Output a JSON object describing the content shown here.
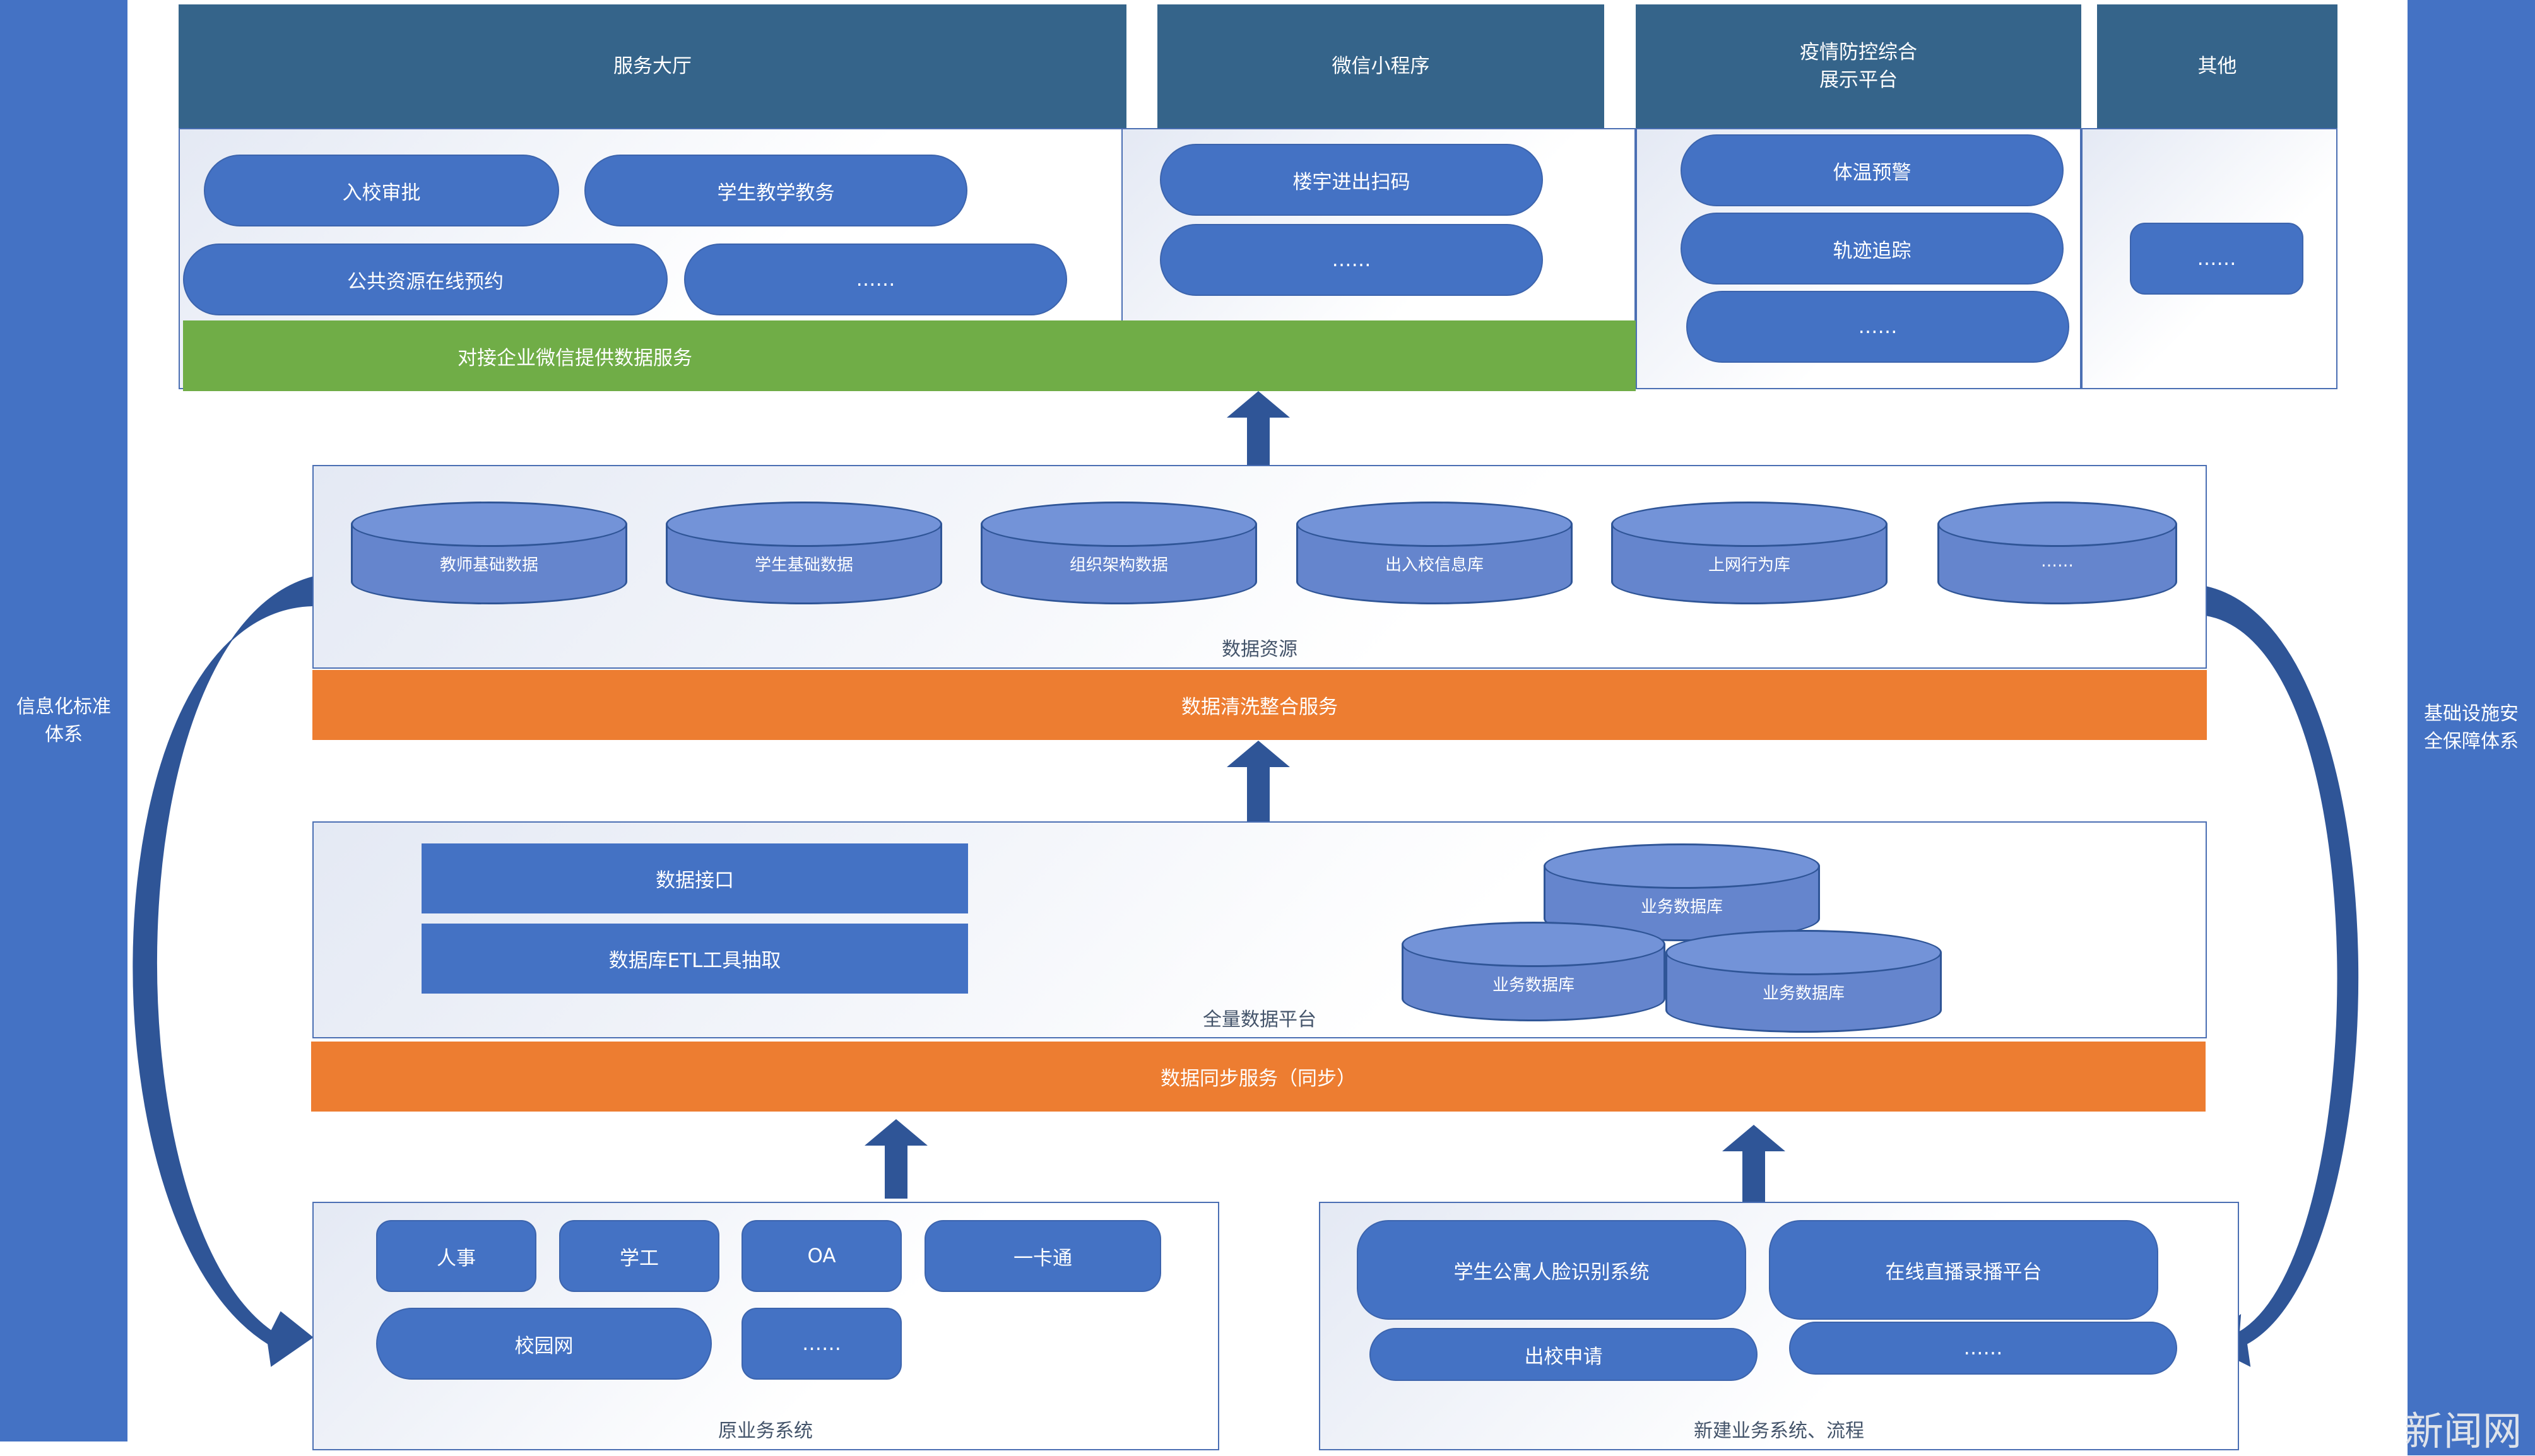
{
  "left_bar": "信息化标准\n体系",
  "right_bar": "基础设施安\n全保障体系",
  "top": {
    "headers": {
      "service_hall": "服务大厅",
      "wechat_mini": "微信小程序",
      "epidemic": "疫情防控综合\n展示平台",
      "other": "其他"
    },
    "service_hall_items": [
      "入校审批",
      "学生教学教务",
      "公共资源在线预约",
      "……"
    ],
    "wechat_items": [
      "楼宇进出扫码",
      "……"
    ],
    "epidemic_items": [
      "体温预警",
      "轨迹追踪",
      "……"
    ],
    "other_items": [
      "……"
    ],
    "wechat_band": "对接企业微信提供数据服务"
  },
  "data_resources": {
    "caption": "数据资源",
    "databases": [
      "教师基础数据",
      "学生基础数据",
      "组织架构数据",
      "出入校信息库",
      "上网行为库",
      "……"
    ]
  },
  "cleaning_band": "数据清洗整合服务",
  "full_platform": {
    "caption": "全量数据平台",
    "interface": "数据接口",
    "etl": "数据库ETL工具抽取",
    "databases": [
      "业务数据库",
      "业务数据库",
      "业务数据库"
    ]
  },
  "sync_band": "数据同步服务（同步）",
  "legacy": {
    "caption": "原业务系统",
    "items": [
      "人事",
      "学工",
      "OA",
      "一卡通",
      "校园网",
      "……"
    ]
  },
  "new_systems": {
    "caption": "新建业务系统、流程",
    "items": [
      "学生公寓人脸识别系统",
      "在线直播录播平台",
      "出校申请",
      "……"
    ]
  },
  "watermark": "新闻网",
  "colors": {
    "blue": "#4472c4",
    "header": "#35648a",
    "orange": "#ed7d31",
    "green": "#70ad47"
  }
}
